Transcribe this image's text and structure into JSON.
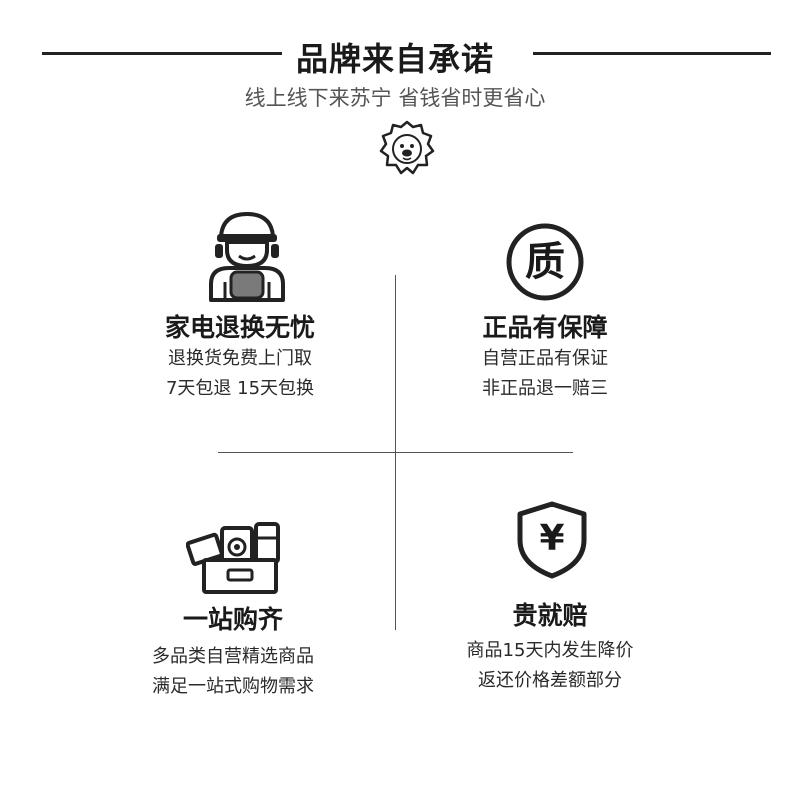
{
  "header": {
    "title": "品牌来自承诺",
    "subtitle": "线上线下来苏宁 省钱省时更省心"
  },
  "icons": {
    "mascot": "lion-mascot-icon",
    "worker": "delivery-worker-icon",
    "quality": "quality-badge-icon",
    "appliances": "appliances-icon",
    "shield": "yen-shield-icon"
  },
  "quality_glyph": "质",
  "yen_glyph": "¥",
  "features": [
    {
      "title": "家电退换无忧",
      "lines": [
        "退换货免费上门取",
        "7天包退 15天包换"
      ]
    },
    {
      "title": "正品有保障",
      "lines": [
        "自营正品有保证",
        "非正品退一赔三"
      ]
    },
    {
      "title": "一站购齐",
      "lines": [
        "多品类自营精选商品",
        "满足一站式购物需求"
      ]
    },
    {
      "title": "贵就赔",
      "lines": [
        "商品15天内发生降价",
        "返还价格差额部分"
      ]
    }
  ]
}
